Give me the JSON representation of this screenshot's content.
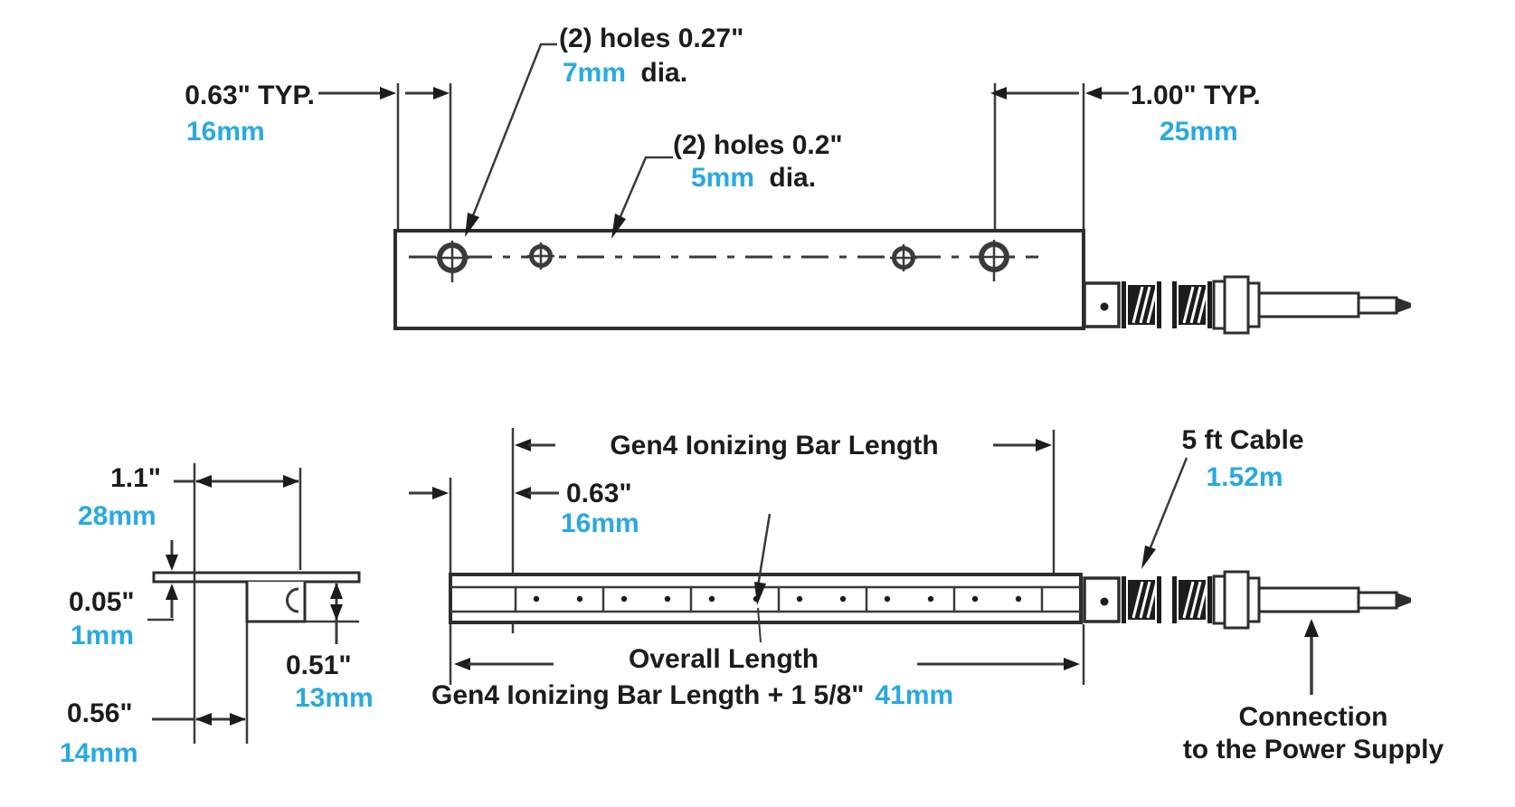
{
  "colors": {
    "accent_metric": "#29a9e2",
    "line": "#3a3a3a",
    "text": "#1c1c1c"
  },
  "top_view": {
    "holes_large_label": "(2) holes 0.27\"",
    "holes_large_metric": "7mm",
    "holes_large_suffix": " dia.",
    "holes_small_label": "(2) holes 0.2\"",
    "holes_small_metric": "5mm",
    "holes_small_suffix": " dia.",
    "left_offset_in": "0.63\" TYP.",
    "left_offset_mm": "16mm",
    "right_offset_in": "1.00\" TYP.",
    "right_offset_mm": "25mm"
  },
  "section_view": {
    "width_in": "1.1\"",
    "width_mm": "28mm",
    "flange_in": "0.05\"",
    "flange_mm": "1mm",
    "channel_in": "0.51\"",
    "channel_mm": "13mm",
    "offset_in": "0.56\"",
    "offset_mm": "14mm"
  },
  "front_view": {
    "bar_length_label": "Gen4 Ionizing Bar Length",
    "first_emitter_in": "0.63\"",
    "first_emitter_mm": "16mm",
    "cable_label": "5 ft Cable",
    "cable_metric": "1.52m",
    "overall_label": "Overall Length",
    "overall_formula": "Gen4 Ionizing Bar Length + 1 5/8\"",
    "overall_metric": "41mm",
    "connection_label_line1": "Connection",
    "connection_label_line2": "to the Power Supply"
  }
}
